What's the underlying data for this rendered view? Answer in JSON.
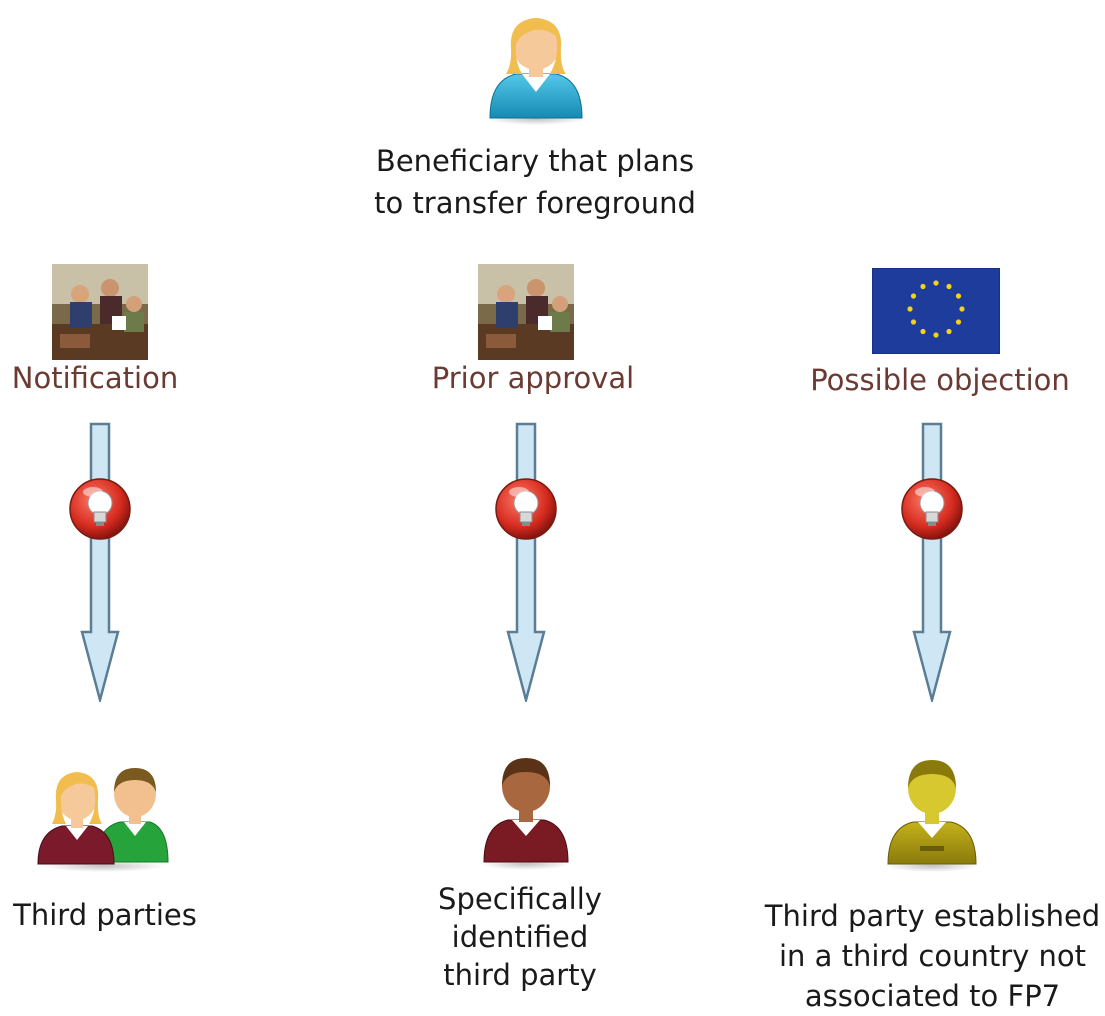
{
  "top": {
    "icon": "beneficiary-person-icon",
    "text": "Beneficiary that plans\nto transfer foreground"
  },
  "columns": [
    {
      "icon": "meeting-photo-icon",
      "label": "Notification",
      "arrow_icon": "down-arrow-icon",
      "badge_icon": "lightbulb-badge-icon",
      "target_icon": "group-people-icon",
      "target_text": "Third parties"
    },
    {
      "icon": "meeting-photo-icon",
      "label": "Prior approval",
      "arrow_icon": "down-arrow-icon",
      "badge_icon": "lightbulb-badge-icon",
      "target_icon": "single-person-icon",
      "target_text": "Specifically\nidentified\nthird party"
    },
    {
      "icon": "eu-flag-icon",
      "label": "Possible objection",
      "arrow_icon": "down-arrow-icon",
      "badge_icon": "lightbulb-badge-icon",
      "target_icon": "single-person-icon",
      "target_text": "Third party established\nin a third country not\nassociated to FP7"
    }
  ],
  "colors": {
    "label": "#6b3a33",
    "arrow_fill": "#cfe6f4",
    "arrow_stroke": "#5a7e96",
    "badge": "#d42a1e",
    "eu_blue": "#1d3c9c",
    "eu_star": "#f5d218"
  }
}
